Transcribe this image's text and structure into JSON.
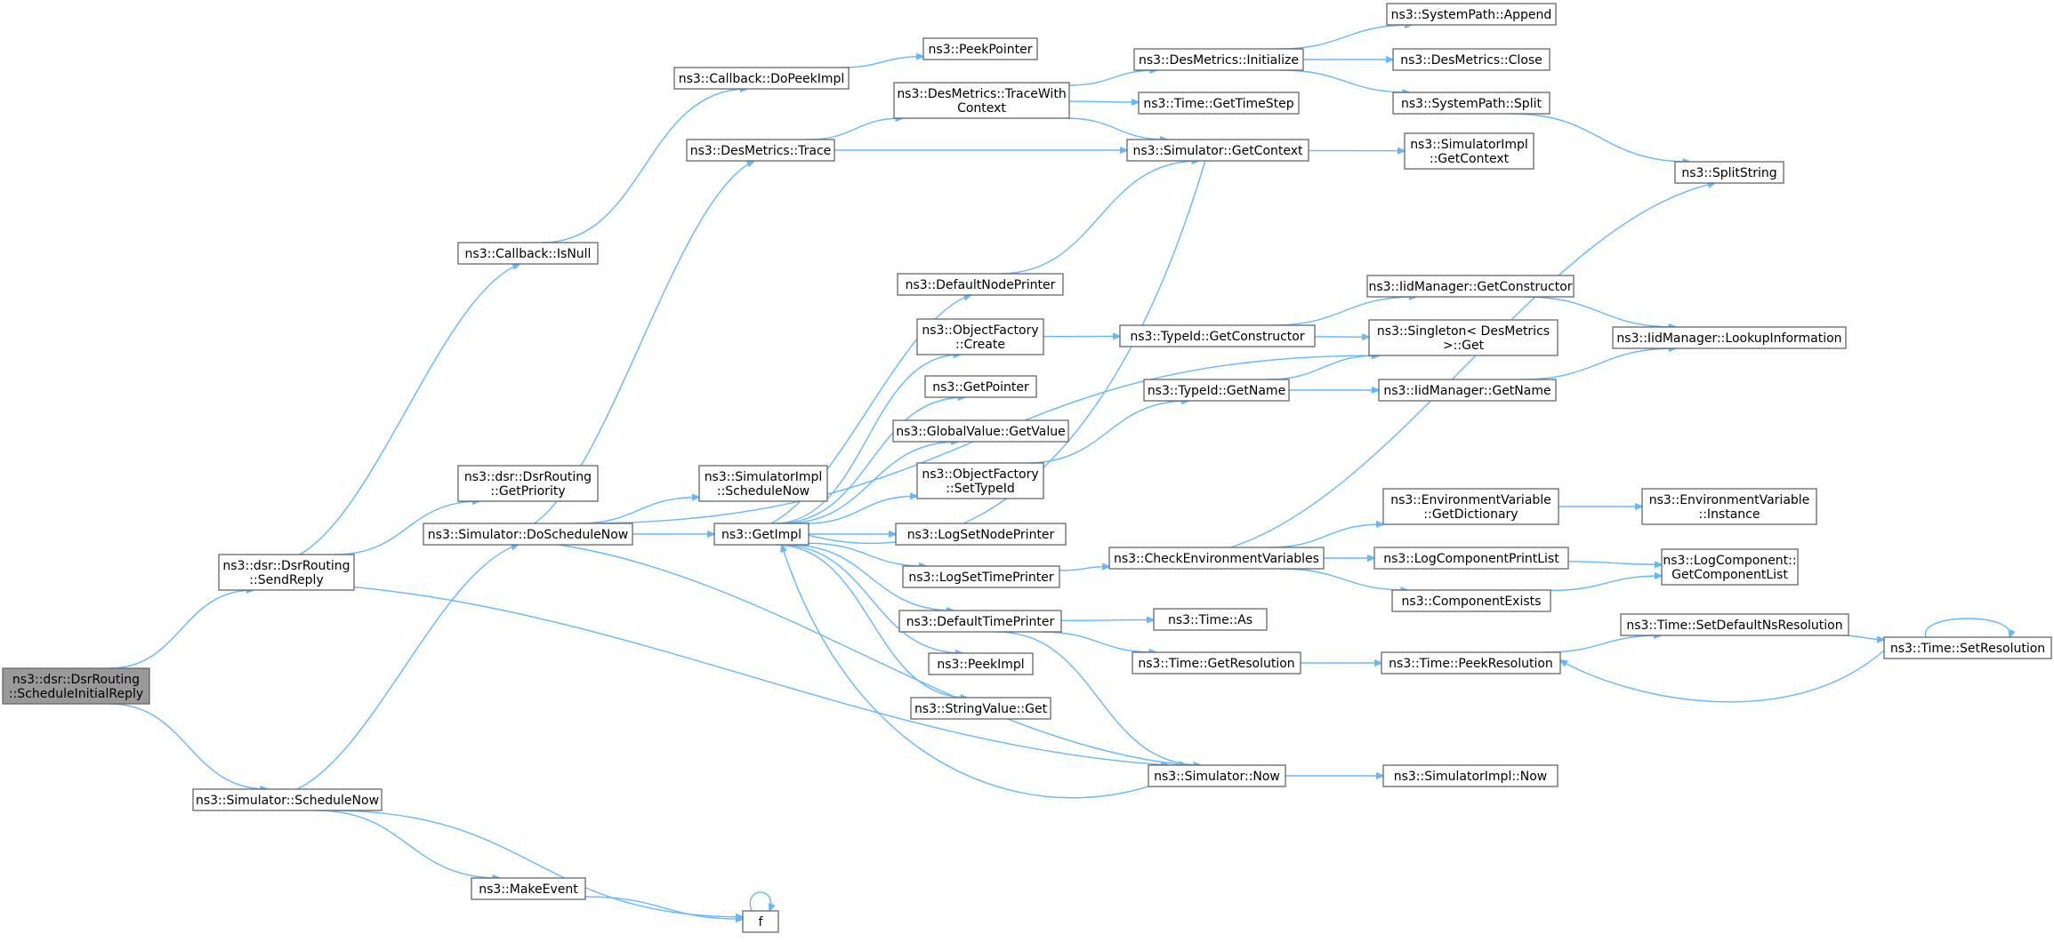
{
  "diagram": {
    "type": "call-graph",
    "colors": {
      "edge": "#63b8ff",
      "node_border": "#666666",
      "root_fill": "#999999",
      "node_fill": "#ffffff"
    },
    "nodes": [
      {
        "id": "root",
        "lines": [
          "ns3::dsr::DsrRouting",
          "::ScheduleInitialReply"
        ],
        "root": true
      },
      {
        "id": "sendreply",
        "lines": [
          "ns3::dsr::DsrRouting",
          "::SendReply"
        ]
      },
      {
        "id": "schednow",
        "lines": [
          "ns3::Simulator::ScheduleNow"
        ]
      },
      {
        "id": "isnull",
        "lines": [
          "ns3::Callback::IsNull"
        ]
      },
      {
        "id": "getpriority",
        "lines": [
          "ns3::dsr::DsrRouting",
          "::GetPriority"
        ]
      },
      {
        "id": "doschednow",
        "lines": [
          "ns3::Simulator::DoScheduleNow"
        ]
      },
      {
        "id": "makeevent",
        "lines": [
          "ns3::MakeEvent"
        ]
      },
      {
        "id": "f",
        "lines": [
          "f"
        ]
      },
      {
        "id": "dopeekimpl",
        "lines": [
          "ns3::Callback::DoPeekImpl"
        ]
      },
      {
        "id": "destrace",
        "lines": [
          "ns3::DesMetrics::Trace"
        ]
      },
      {
        "id": "simimplsched",
        "lines": [
          "ns3::SimulatorImpl",
          "::ScheduleNow"
        ]
      },
      {
        "id": "getimpl",
        "lines": [
          "ns3::GetImpl"
        ]
      },
      {
        "id": "peekpointer",
        "lines": [
          "ns3::PeekPointer"
        ]
      },
      {
        "id": "tracewith",
        "lines": [
          "ns3::DesMetrics::TraceWith",
          "Context"
        ]
      },
      {
        "id": "defnodeprinter",
        "lines": [
          "ns3::DefaultNodePrinter"
        ]
      },
      {
        "id": "objfactcreate",
        "lines": [
          "ns3::ObjectFactory",
          "::Create"
        ]
      },
      {
        "id": "getpointer",
        "lines": [
          "ns3::GetPointer"
        ]
      },
      {
        "id": "gvgetvalue",
        "lines": [
          "ns3::GlobalValue::GetValue"
        ]
      },
      {
        "id": "objfactsettypeid",
        "lines": [
          "ns3::ObjectFactory",
          "::SetTypeId"
        ]
      },
      {
        "id": "logsetnodeprinter",
        "lines": [
          "ns3::LogSetNodePrinter"
        ]
      },
      {
        "id": "logsettimeprinter",
        "lines": [
          "ns3::LogSetTimePrinter"
        ]
      },
      {
        "id": "deftimeprinter",
        "lines": [
          "ns3::DefaultTimePrinter"
        ]
      },
      {
        "id": "peekimpl",
        "lines": [
          "ns3::PeekImpl"
        ]
      },
      {
        "id": "stringvalueget",
        "lines": [
          "ns3::StringValue::Get"
        ]
      },
      {
        "id": "desinit",
        "lines": [
          "ns3::DesMetrics::Initialize"
        ]
      },
      {
        "id": "timegettimestep",
        "lines": [
          "ns3::Time::GetTimeStep"
        ]
      },
      {
        "id": "simgetcontext",
        "lines": [
          "ns3::Simulator::GetContext"
        ]
      },
      {
        "id": "typeidgetctor",
        "lines": [
          "ns3::TypeId::GetConstructor"
        ]
      },
      {
        "id": "typeidgetname",
        "lines": [
          "ns3::TypeId::GetName"
        ]
      },
      {
        "id": "checkenv",
        "lines": [
          "ns3::CheckEnvironmentVariables"
        ]
      },
      {
        "id": "timeas",
        "lines": [
          "ns3::Time::As"
        ]
      },
      {
        "id": "timegetres",
        "lines": [
          "ns3::Time::GetResolution"
        ]
      },
      {
        "id": "simnow",
        "lines": [
          "ns3::Simulator::Now"
        ]
      },
      {
        "id": "sysappend",
        "lines": [
          "ns3::SystemPath::Append"
        ]
      },
      {
        "id": "desclose",
        "lines": [
          "ns3::DesMetrics::Close"
        ]
      },
      {
        "id": "syssplit",
        "lines": [
          "ns3::SystemPath::Split"
        ]
      },
      {
        "id": "simimplgetctx",
        "lines": [
          "ns3::SimulatorImpl",
          "::GetContext"
        ]
      },
      {
        "id": "iidgetctor",
        "lines": [
          "ns3::IidManager::GetConstructor"
        ]
      },
      {
        "id": "singletonget",
        "lines": [
          "ns3::Singleton< DesMetrics",
          " >::Get"
        ]
      },
      {
        "id": "iidgetname",
        "lines": [
          "ns3::IidManager::GetName"
        ]
      },
      {
        "id": "envgetdict",
        "lines": [
          "ns3::EnvironmentVariable",
          "::GetDictionary"
        ]
      },
      {
        "id": "logcompprintlist",
        "lines": [
          "ns3::LogComponentPrintList"
        ]
      },
      {
        "id": "compexists",
        "lines": [
          "ns3::ComponentExists"
        ]
      },
      {
        "id": "timepeekres",
        "lines": [
          "ns3::Time::PeekResolution"
        ]
      },
      {
        "id": "simimplnow",
        "lines": [
          "ns3::SimulatorImpl::Now"
        ]
      },
      {
        "id": "splitstring",
        "lines": [
          "ns3::SplitString"
        ]
      },
      {
        "id": "iidlookup",
        "lines": [
          "ns3::IidManager::LookupInformation"
        ]
      },
      {
        "id": "envinstance",
        "lines": [
          "ns3::EnvironmentVariable",
          "::Instance"
        ]
      },
      {
        "id": "logcompgetlist",
        "lines": [
          "ns3::LogComponent::",
          "GetComponentList"
        ]
      },
      {
        "id": "timesetdefns",
        "lines": [
          "ns3::Time::SetDefaultNsResolution"
        ]
      },
      {
        "id": "timesetres",
        "lines": [
          "ns3::Time::SetResolution"
        ]
      }
    ],
    "edges": [
      [
        "root",
        "sendreply"
      ],
      [
        "root",
        "schednow"
      ],
      [
        "sendreply",
        "isnull"
      ],
      [
        "sendreply",
        "getpriority"
      ],
      [
        "sendreply",
        "simnow"
      ],
      [
        "isnull",
        "dopeekimpl"
      ],
      [
        "dopeekimpl",
        "peekpointer"
      ],
      [
        "schednow",
        "doschednow"
      ],
      [
        "schednow",
        "makeevent"
      ],
      [
        "schednow",
        "f"
      ],
      [
        "makeevent",
        "f"
      ],
      [
        "f",
        "f"
      ],
      [
        "doschednow",
        "destrace"
      ],
      [
        "doschednow",
        "singletonget"
      ],
      [
        "doschednow",
        "simimplsched"
      ],
      [
        "doschednow",
        "getimpl"
      ],
      [
        "doschednow",
        "simnow"
      ],
      [
        "destrace",
        "tracewith"
      ],
      [
        "destrace",
        "simgetcontext"
      ],
      [
        "tracewith",
        "desinit"
      ],
      [
        "tracewith",
        "timegettimestep"
      ],
      [
        "tracewith",
        "simgetcontext"
      ],
      [
        "desinit",
        "sysappend"
      ],
      [
        "desinit",
        "desclose"
      ],
      [
        "desinit",
        "syssplit"
      ],
      [
        "syssplit",
        "splitstring"
      ],
      [
        "simgetcontext",
        "simimplgetctx"
      ],
      [
        "simgetcontext",
        "getimpl"
      ],
      [
        "getimpl",
        "defnodeprinter"
      ],
      [
        "getimpl",
        "objfactcreate"
      ],
      [
        "getimpl",
        "getpointer"
      ],
      [
        "getimpl",
        "gvgetvalue"
      ],
      [
        "getimpl",
        "objfactsettypeid"
      ],
      [
        "getimpl",
        "logsetnodeprinter"
      ],
      [
        "getimpl",
        "logsettimeprinter"
      ],
      [
        "getimpl",
        "deftimeprinter"
      ],
      [
        "getimpl",
        "peekimpl"
      ],
      [
        "getimpl",
        "stringvalueget"
      ],
      [
        "defnodeprinter",
        "simgetcontext"
      ],
      [
        "objfactcreate",
        "typeidgetctor"
      ],
      [
        "objfactsettypeid",
        "typeidgetname"
      ],
      [
        "typeidgetctor",
        "iidgetctor"
      ],
      [
        "typeidgetctor",
        "singletonget"
      ],
      [
        "typeidgetname",
        "singletonget"
      ],
      [
        "typeidgetname",
        "iidgetname"
      ],
      [
        "iidgetctor",
        "iidlookup"
      ],
      [
        "iidgetname",
        "iidlookup"
      ],
      [
        "logsettimeprinter",
        "checkenv"
      ],
      [
        "checkenv",
        "splitstring"
      ],
      [
        "checkenv",
        "envgetdict"
      ],
      [
        "checkenv",
        "logcompprintlist"
      ],
      [
        "checkenv",
        "compexists"
      ],
      [
        "envgetdict",
        "envinstance"
      ],
      [
        "logcompprintlist",
        "logcompgetlist"
      ],
      [
        "compexists",
        "logcompgetlist"
      ],
      [
        "deftimeprinter",
        "timeas"
      ],
      [
        "deftimeprinter",
        "timegetres"
      ],
      [
        "deftimeprinter",
        "simnow"
      ],
      [
        "timegetres",
        "timepeekres"
      ],
      [
        "timepeekres",
        "timesetdefns"
      ],
      [
        "timesetdefns",
        "timesetres"
      ],
      [
        "timesetres",
        "timepeekres"
      ],
      [
        "timesetres",
        "timesetres"
      ],
      [
        "simnow",
        "getimpl"
      ],
      [
        "simnow",
        "simimplnow"
      ]
    ]
  }
}
